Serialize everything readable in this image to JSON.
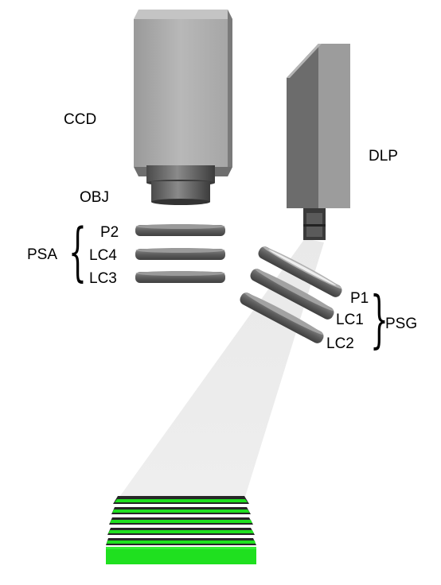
{
  "labels": {
    "ccd": "CCD",
    "dlp": "DLP",
    "obj": "OBJ",
    "psa": "PSA",
    "p2": "P2",
    "lc4": "LC4",
    "lc3": "LC3",
    "p1": "P1",
    "lc1": "LC1",
    "lc2": "LC2",
    "psg": "PSG"
  },
  "colors": {
    "stripe_green": "#1fe01f",
    "stripe_dark": "#262626",
    "body_gray": "#8c8c8c",
    "beam_gray": "#e3e3e3"
  }
}
